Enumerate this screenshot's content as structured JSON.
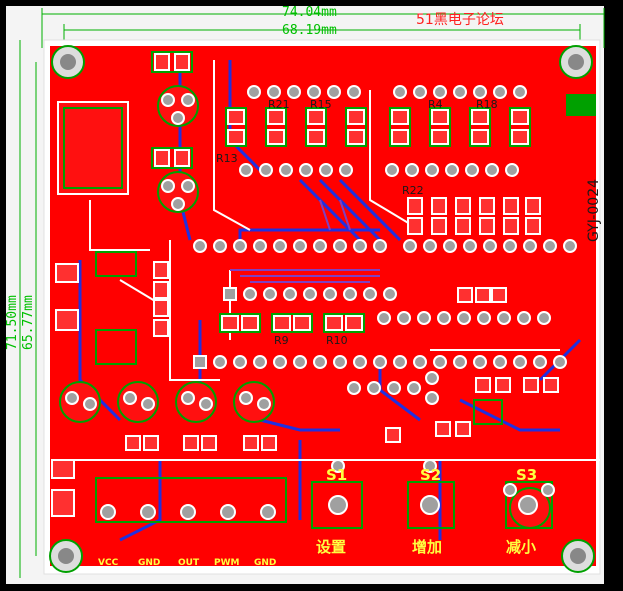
{
  "dimensions": {
    "outer_width": "74.04mm",
    "inner_width": "68.19mm",
    "outer_height": "71.50mm",
    "inner_height": "65.77mm"
  },
  "forum_label": "51黑电子论坛",
  "board_code": "GYJ-0024",
  "refs": {
    "r13": "R13",
    "r21": "R21",
    "r15": "R15",
    "r4": "R4",
    "r18": "R18",
    "r22": "R22",
    "r9": "R9",
    "r10": "R10",
    "s1": "S1",
    "s2": "S2",
    "s3": "S3"
  },
  "button_labels": {
    "set": "设置",
    "add": "增加",
    "sub": "减小"
  },
  "connector_labels": {
    "vcc": "VCC",
    "gnd1": "GND",
    "out": "OUT",
    "pwm": "PWM",
    "gnd2": "GND"
  },
  "colors": {
    "board": "#000000",
    "copper": "#ff0000",
    "dimension": "#00b000",
    "pad": "#9a9a9a",
    "trace": "#2030e0",
    "silk": "#ffff40"
  }
}
